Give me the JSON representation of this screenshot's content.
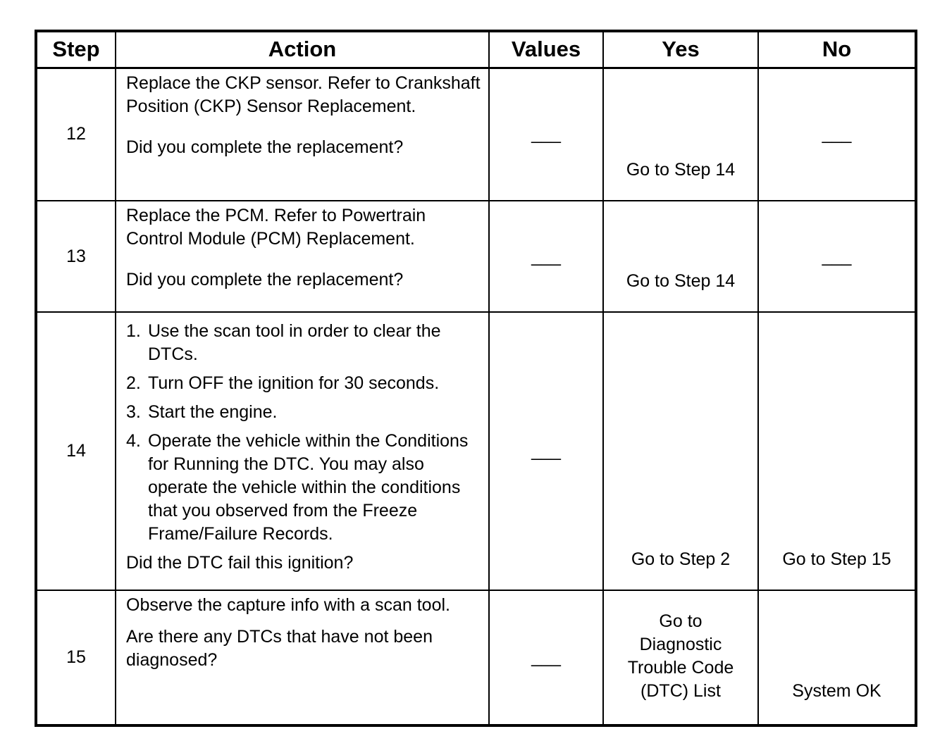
{
  "table": {
    "headers": [
      "Step",
      "Action",
      "Values",
      "Yes",
      "No"
    ],
    "rows": [
      {
        "step": "12",
        "action_paragraphs": [
          "Replace the CKP sensor. Refer to Crankshaft Position (CKP) Sensor Replacement."
        ],
        "action_list": [],
        "question": "Did you complete the replacement?",
        "values": "___",
        "yes": "Go to Step 14",
        "no": "___"
      },
      {
        "step": "13",
        "action_paragraphs": [
          "Replace the PCM. Refer to Powertrain Control Module (PCM) Replacement."
        ],
        "action_list": [],
        "question": "Did you complete the replacement?",
        "values": "___",
        "yes": "Go to Step 14",
        "no": "___"
      },
      {
        "step": "14",
        "action_paragraphs": [],
        "action_list": [
          {
            "num": "1.",
            "text": "Use the scan tool in order to clear the DTCs."
          },
          {
            "num": "2.",
            "text": "Turn OFF the ignition for 30 seconds."
          },
          {
            "num": "3.",
            "text": "Start the engine."
          },
          {
            "num": "4.",
            "text": "Operate the vehicle within the Conditions for Running the DTC. You may also operate the vehicle within the conditions that you observed from the Freeze Frame/Failure Records."
          }
        ],
        "question": "Did the DTC fail this ignition?",
        "values": "___",
        "yes": "Go to Step 2",
        "no": "Go to Step 15"
      },
      {
        "step": "15",
        "action_paragraphs": [
          "Observe the capture info with a scan tool."
        ],
        "action_list": [],
        "question": "Are there any DTCs that have not been diagnosed?",
        "values": "___",
        "yes": "Go to Diagnostic Trouble Code (DTC) List",
        "no": "System OK"
      }
    ]
  }
}
